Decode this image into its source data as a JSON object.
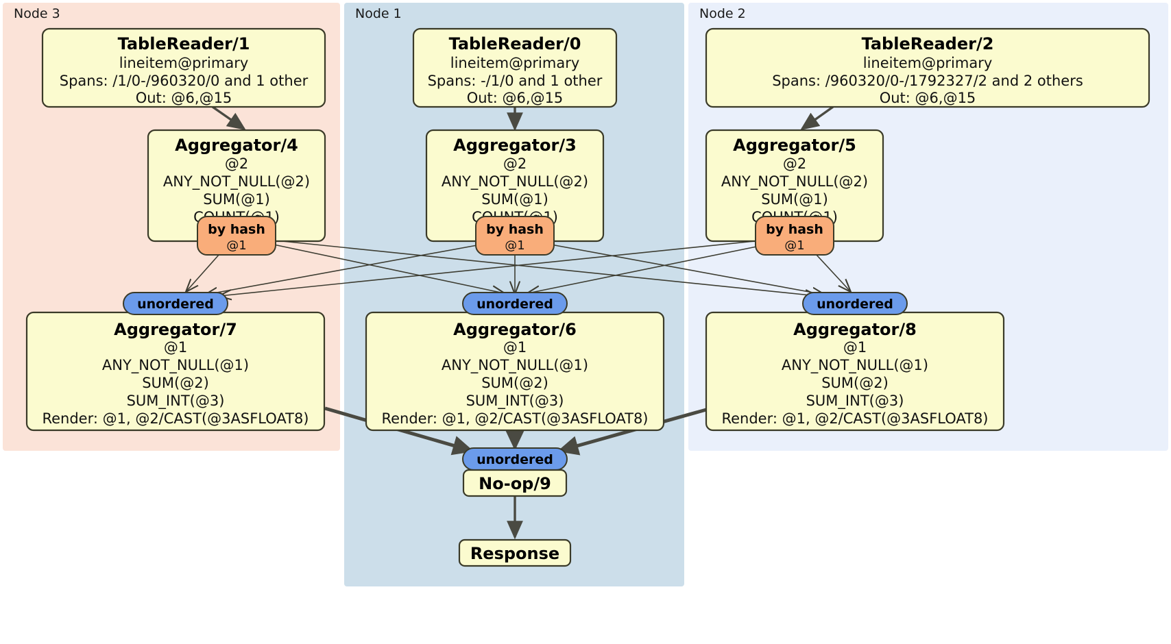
{
  "diagram": {
    "type": "distributed-query-plan",
    "title": "",
    "panels": [
      {
        "id": "node3",
        "label": "Node 3",
        "color": "#fbe3d8"
      },
      {
        "id": "node1",
        "label": "Node 1",
        "color": "#ccdeea"
      },
      {
        "id": "node2",
        "label": "Node 2",
        "color": "#eaf0fb"
      }
    ],
    "colors": {
      "processor_fill": "#fbfbcf",
      "processor_stroke": "#3a3a28",
      "hash_badge": "#f9ad7a",
      "unordered_badge": "#6b9beb",
      "edge": "#3d3d32"
    },
    "processors": [
      {
        "id": "tr1",
        "panel": "node3",
        "title": "TableReader/1",
        "lines": [
          "lineitem@primary",
          "Spans: /1/0-/960320/0 and 1 other",
          "Out: @6,@15"
        ]
      },
      {
        "id": "tr0",
        "panel": "node1",
        "title": "TableReader/0",
        "lines": [
          "lineitem@primary",
          "Spans: -/1/0 and 1 other",
          "Out: @6,@15"
        ]
      },
      {
        "id": "tr2",
        "panel": "node2",
        "title": "TableReader/2",
        "lines": [
          "lineitem@primary",
          "Spans: /960320/0-/1792327/2 and 2 others",
          "Out: @6,@15"
        ]
      },
      {
        "id": "agg4",
        "panel": "node3",
        "title": "Aggregator/4",
        "lines": [
          "@2",
          "ANY_NOT_NULL(@2)",
          "SUM(@1)",
          "COUNT(@1)"
        ]
      },
      {
        "id": "agg3",
        "panel": "node1",
        "title": "Aggregator/3",
        "lines": [
          "@2",
          "ANY_NOT_NULL(@2)",
          "SUM(@1)",
          "COUNT(@1)"
        ]
      },
      {
        "id": "agg5",
        "panel": "node2",
        "title": "Aggregator/5",
        "lines": [
          "@2",
          "ANY_NOT_NULL(@2)",
          "SUM(@1)",
          "COUNT(@1)"
        ]
      },
      {
        "id": "agg7",
        "panel": "node3",
        "title": "Aggregator/7",
        "lines": [
          "@1",
          "ANY_NOT_NULL(@1)",
          "SUM(@2)",
          "SUM_INT(@3)",
          "Render: @1, @2/CAST(@3ASFLOAT8)"
        ]
      },
      {
        "id": "agg6",
        "panel": "node1",
        "title": "Aggregator/6",
        "lines": [
          "@1",
          "ANY_NOT_NULL(@1)",
          "SUM(@2)",
          "SUM_INT(@3)",
          "Render: @1, @2/CAST(@3ASFLOAT8)"
        ]
      },
      {
        "id": "agg8",
        "panel": "node2",
        "title": "Aggregator/8",
        "lines": [
          "@1",
          "ANY_NOT_NULL(@1)",
          "SUM(@2)",
          "SUM_INT(@3)",
          "Render: @1, @2/CAST(@3ASFLOAT8)"
        ]
      },
      {
        "id": "noop9",
        "panel": "node1",
        "title": "No-op/9",
        "lines": []
      },
      {
        "id": "response",
        "panel": "node1",
        "title": "Response",
        "lines": []
      }
    ],
    "output_routers": [
      {
        "id": "hash4",
        "parent": "agg4",
        "label": "by hash",
        "sublabel": "@1"
      },
      {
        "id": "hash3",
        "parent": "agg3",
        "label": "by hash",
        "sublabel": "@1"
      },
      {
        "id": "hash5",
        "parent": "agg5",
        "label": "by hash",
        "sublabel": "@1"
      }
    ],
    "input_synchronizers": [
      {
        "id": "unord7",
        "parent": "agg7",
        "label": "unordered"
      },
      {
        "id": "unord6",
        "parent": "agg6",
        "label": "unordered"
      },
      {
        "id": "unord8",
        "parent": "agg8",
        "label": "unordered"
      },
      {
        "id": "unord9",
        "parent": "noop9",
        "label": "unordered"
      }
    ],
    "edges": [
      {
        "from": "tr1",
        "to": "agg4",
        "weight": "medium"
      },
      {
        "from": "tr0",
        "to": "agg3",
        "weight": "medium"
      },
      {
        "from": "tr2",
        "to": "agg5",
        "weight": "medium"
      },
      {
        "from": "hash4",
        "to": "unord7",
        "weight": "thin"
      },
      {
        "from": "hash4",
        "to": "unord6",
        "weight": "thin"
      },
      {
        "from": "hash4",
        "to": "unord8",
        "weight": "thin"
      },
      {
        "from": "hash3",
        "to": "unord7",
        "weight": "thin"
      },
      {
        "from": "hash3",
        "to": "unord6",
        "weight": "thin"
      },
      {
        "from": "hash3",
        "to": "unord8",
        "weight": "thin"
      },
      {
        "from": "hash5",
        "to": "unord7",
        "weight": "thin"
      },
      {
        "from": "hash5",
        "to": "unord6",
        "weight": "thin"
      },
      {
        "from": "hash5",
        "to": "unord8",
        "weight": "thin"
      },
      {
        "from": "agg7",
        "to": "unord9",
        "weight": "thick"
      },
      {
        "from": "agg6",
        "to": "unord9",
        "weight": "thick"
      },
      {
        "from": "agg8",
        "to": "unord9",
        "weight": "thick"
      },
      {
        "from": "noop9",
        "to": "response",
        "weight": "medium"
      }
    ]
  }
}
